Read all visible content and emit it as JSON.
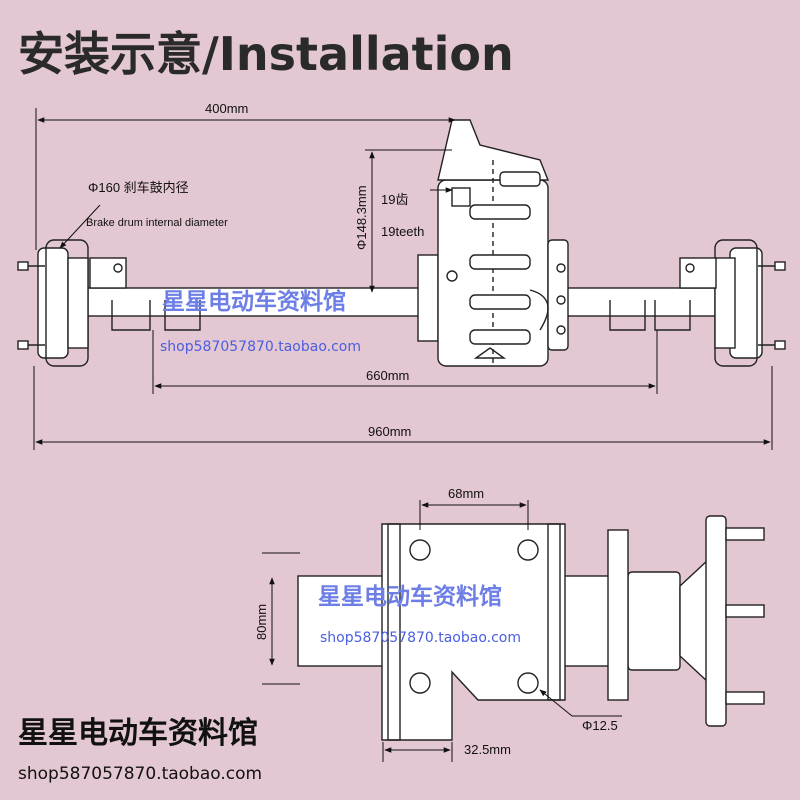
{
  "title": "安装示意/Installation",
  "top_view": {
    "overall_length": "400mm",
    "brake_drum_cn": "Φ160 刹车鼓内径",
    "brake_drum_en": "Brake drum internal diameter",
    "gear_diameter": "Φ148.3mm",
    "teeth_cn": "19齿",
    "teeth_en": "19teeth",
    "mount_span": "660mm",
    "total_width": "960mm"
  },
  "detail_view": {
    "hole_spacing": "68mm",
    "height": "80mm",
    "hole_diameter": "Φ12.5",
    "offset": "32.5mm"
  },
  "watermark": {
    "text": "星星电动车资料馆",
    "url": "shop587057870.taobao.com"
  },
  "colors": {
    "background": "#e3c7d2",
    "axle_fill": "#ffffff",
    "line": "#222222",
    "watermark": "#6d7fe6"
  }
}
